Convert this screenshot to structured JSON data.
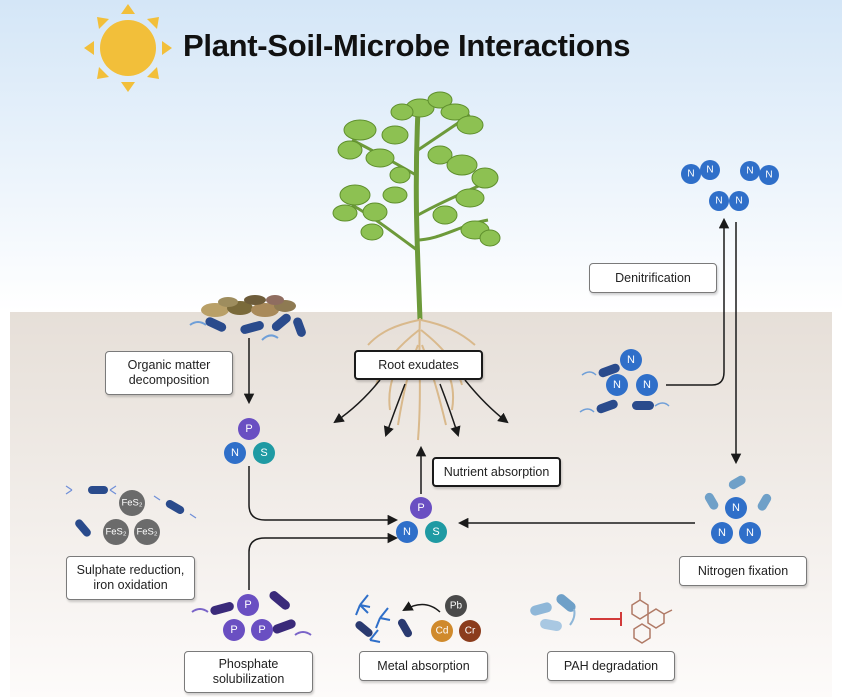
{
  "title": "Plant-Soil-Microbe Interactions",
  "processes": {
    "organic_matter": "Organic matter\ndecomposition",
    "root_exudates": "Root exudates",
    "nutrient_absorption": "Nutrient absorption",
    "denitrification": "Denitrification",
    "sulphate": "Sulphate reduction,\niron oxidation",
    "nitrogen_fixation": "Nitrogen fixation",
    "phosphate": "Phosphate\nsolubilization",
    "metal_absorption": "Metal absorption",
    "pah_degradation": "PAH degradation"
  },
  "element_symbols": {
    "phosphorus": "P",
    "nitrogen": "N",
    "sulfur": "S",
    "iron_sulfide": "FeS₂",
    "lead": "Pb",
    "cadmium": "Cd",
    "chromium": "Cr"
  },
  "colors": {
    "sky_top": "#d4e6f7",
    "soil_top": "#e8e2dc",
    "phosphorus": "#6a4fc2",
    "nitrogen": "#2f6fc9",
    "sulfur": "#1f9aa3",
    "iron_sulfide": "#6b6b6b",
    "lead": "#4a4a4a",
    "cadmium": "#d08a2c",
    "chromium": "#8b3c1c",
    "plant_green": "#7cb342",
    "root": "#d9b98c",
    "sun": "#f2bf3a"
  }
}
